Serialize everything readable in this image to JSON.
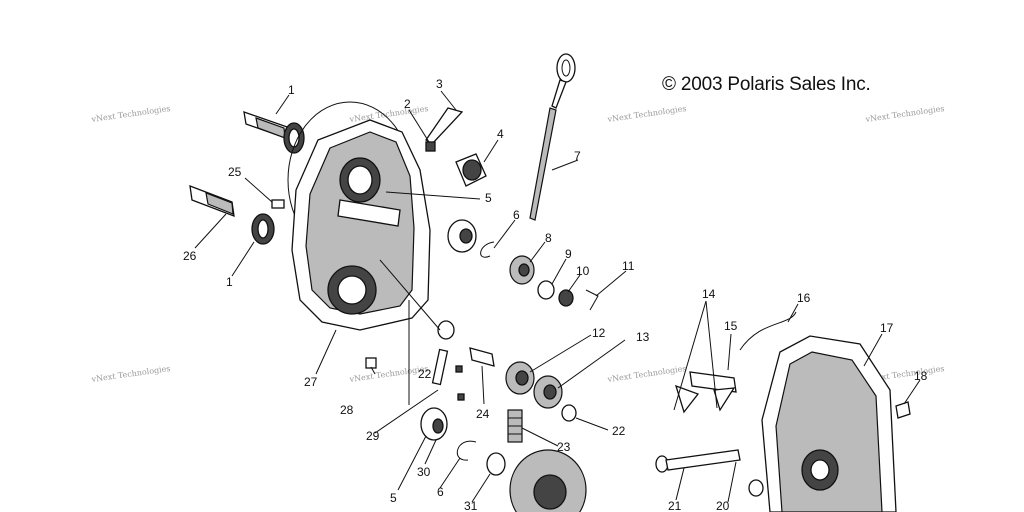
{
  "copyright": "© 2003 Polaris Sales Inc.",
  "watermark": "vNext Technologies",
  "callouts": [
    "1",
    "2",
    "3",
    "4",
    "5",
    "6",
    "7",
    "8",
    "9",
    "10",
    "11",
    "25",
    "26",
    "1",
    "27",
    "28",
    "29",
    "22",
    "24",
    "12",
    "13",
    "22",
    "23",
    "30",
    "6",
    "5",
    "31",
    "14",
    "15",
    "16",
    "17",
    "18",
    "21",
    "20"
  ]
}
